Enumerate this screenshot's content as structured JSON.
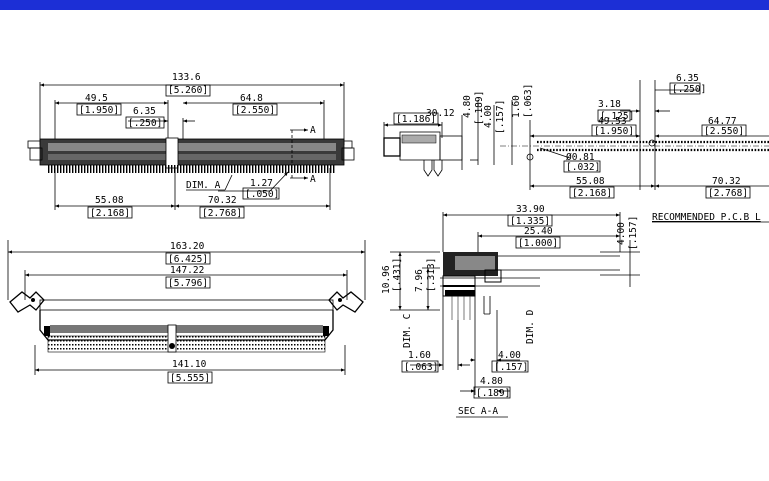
{
  "top_view": {
    "overall": "133.6",
    "overall_in": "[5.260]",
    "left_span": "49.5",
    "left_span_in": "[1.950]",
    "offset": "6.35",
    "offset_in": "[.250]",
    "right_span": "64.8",
    "right_span_in": "[2.550]",
    "bottom_left": "55.08",
    "bottom_left_in": "[2.168]",
    "bottom_right": "70.32",
    "bottom_right_in": "[2.768]",
    "pitch": "1.27",
    "pitch_in": "[.050]",
    "dim_a": "DIM. A",
    "section_mark_top": "A",
    "section_mark_bottom": "A"
  },
  "side_view": {
    "width": "30.12",
    "width_in": "[1.186]",
    "h1": "4.80",
    "h1_in": "[.189]",
    "h2": "4.00",
    "h2_in": "[.157]",
    "h3": "1.60",
    "h3_in": "[.063]"
  },
  "pcb_layout": {
    "offset_a": "3.18",
    "offset_a_in": "[.125]",
    "offset_b": "6.35",
    "offset_b_in": "[.250]",
    "left_span": "49.53",
    "left_span_in": "[1.950]",
    "right_span": "64.77",
    "right_span_in": "[2.550]",
    "hole": "Ø0.81",
    "hole_in": "[.032]",
    "bottom_left": "55.08",
    "bottom_left_in": "[2.168]",
    "bottom_right": "70.32",
    "bottom_right_in": "[2.768]",
    "caption": "RECOMMENDED P.C.B L"
  },
  "front_view": {
    "overall": "163.20",
    "overall_in": "[6.425]",
    "inner": "147.22",
    "inner_in": "[5.796]",
    "base": "141.10",
    "base_in": "[5.555]"
  },
  "section_view": {
    "depth": "33.90",
    "depth_in": "[1.335]",
    "depth2": "25.40",
    "depth2_in": "[1.000]",
    "h_right": "4.00",
    "h_right_in": "[.157]",
    "height": "10.96",
    "height_in": "[.431]",
    "height2": "7.96",
    "height2_in": "[.313]",
    "dim_c": "DIM. C",
    "dim_d": "DIM. D",
    "bl": "1.60",
    "bl_in": "[.063]",
    "br": "4.00",
    "br_in": "[.157]",
    "bb": "4.80",
    "bb_in": "[.189]",
    "caption": "SEC A-A"
  }
}
